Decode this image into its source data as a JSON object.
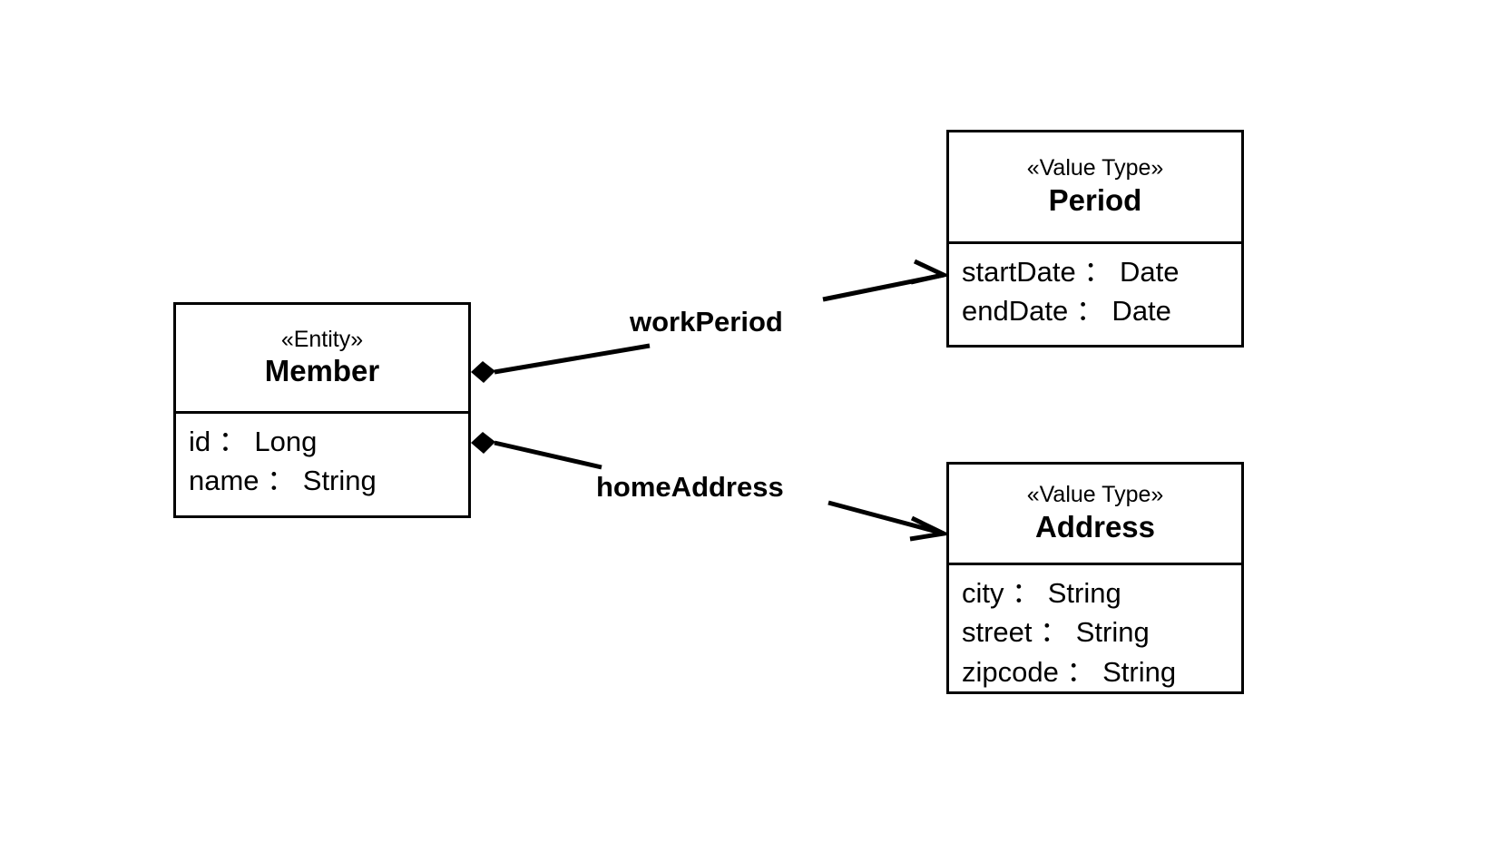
{
  "diagram": {
    "type": "uml-class-diagram",
    "background_color": "#ffffff",
    "line_color": "#000000",
    "classes": [
      {
        "id": "member",
        "stereotype": "«Entity»",
        "name": "Member",
        "attributes": [
          "id ： Long",
          "name ： String"
        ]
      },
      {
        "id": "period",
        "stereotype": "«Value Type»",
        "name": "Period",
        "attributes": [
          "startDate ： Date",
          "endDate ： Date"
        ]
      },
      {
        "id": "address",
        "stereotype": "«Value Type»",
        "name": "Address",
        "attributes": [
          "city ： String",
          "street ： String",
          "zipcode ： String"
        ]
      }
    ],
    "associations": [
      {
        "id": "work-period",
        "label": "workPeriod",
        "from": "member",
        "to": "period",
        "source_marker": "filled-diamond",
        "target_marker": "open-arrow",
        "kind": "composition"
      },
      {
        "id": "home-address",
        "label": "homeAddress",
        "from": "member",
        "to": "address",
        "source_marker": "filled-diamond",
        "target_marker": "open-arrow",
        "kind": "composition"
      }
    ]
  }
}
